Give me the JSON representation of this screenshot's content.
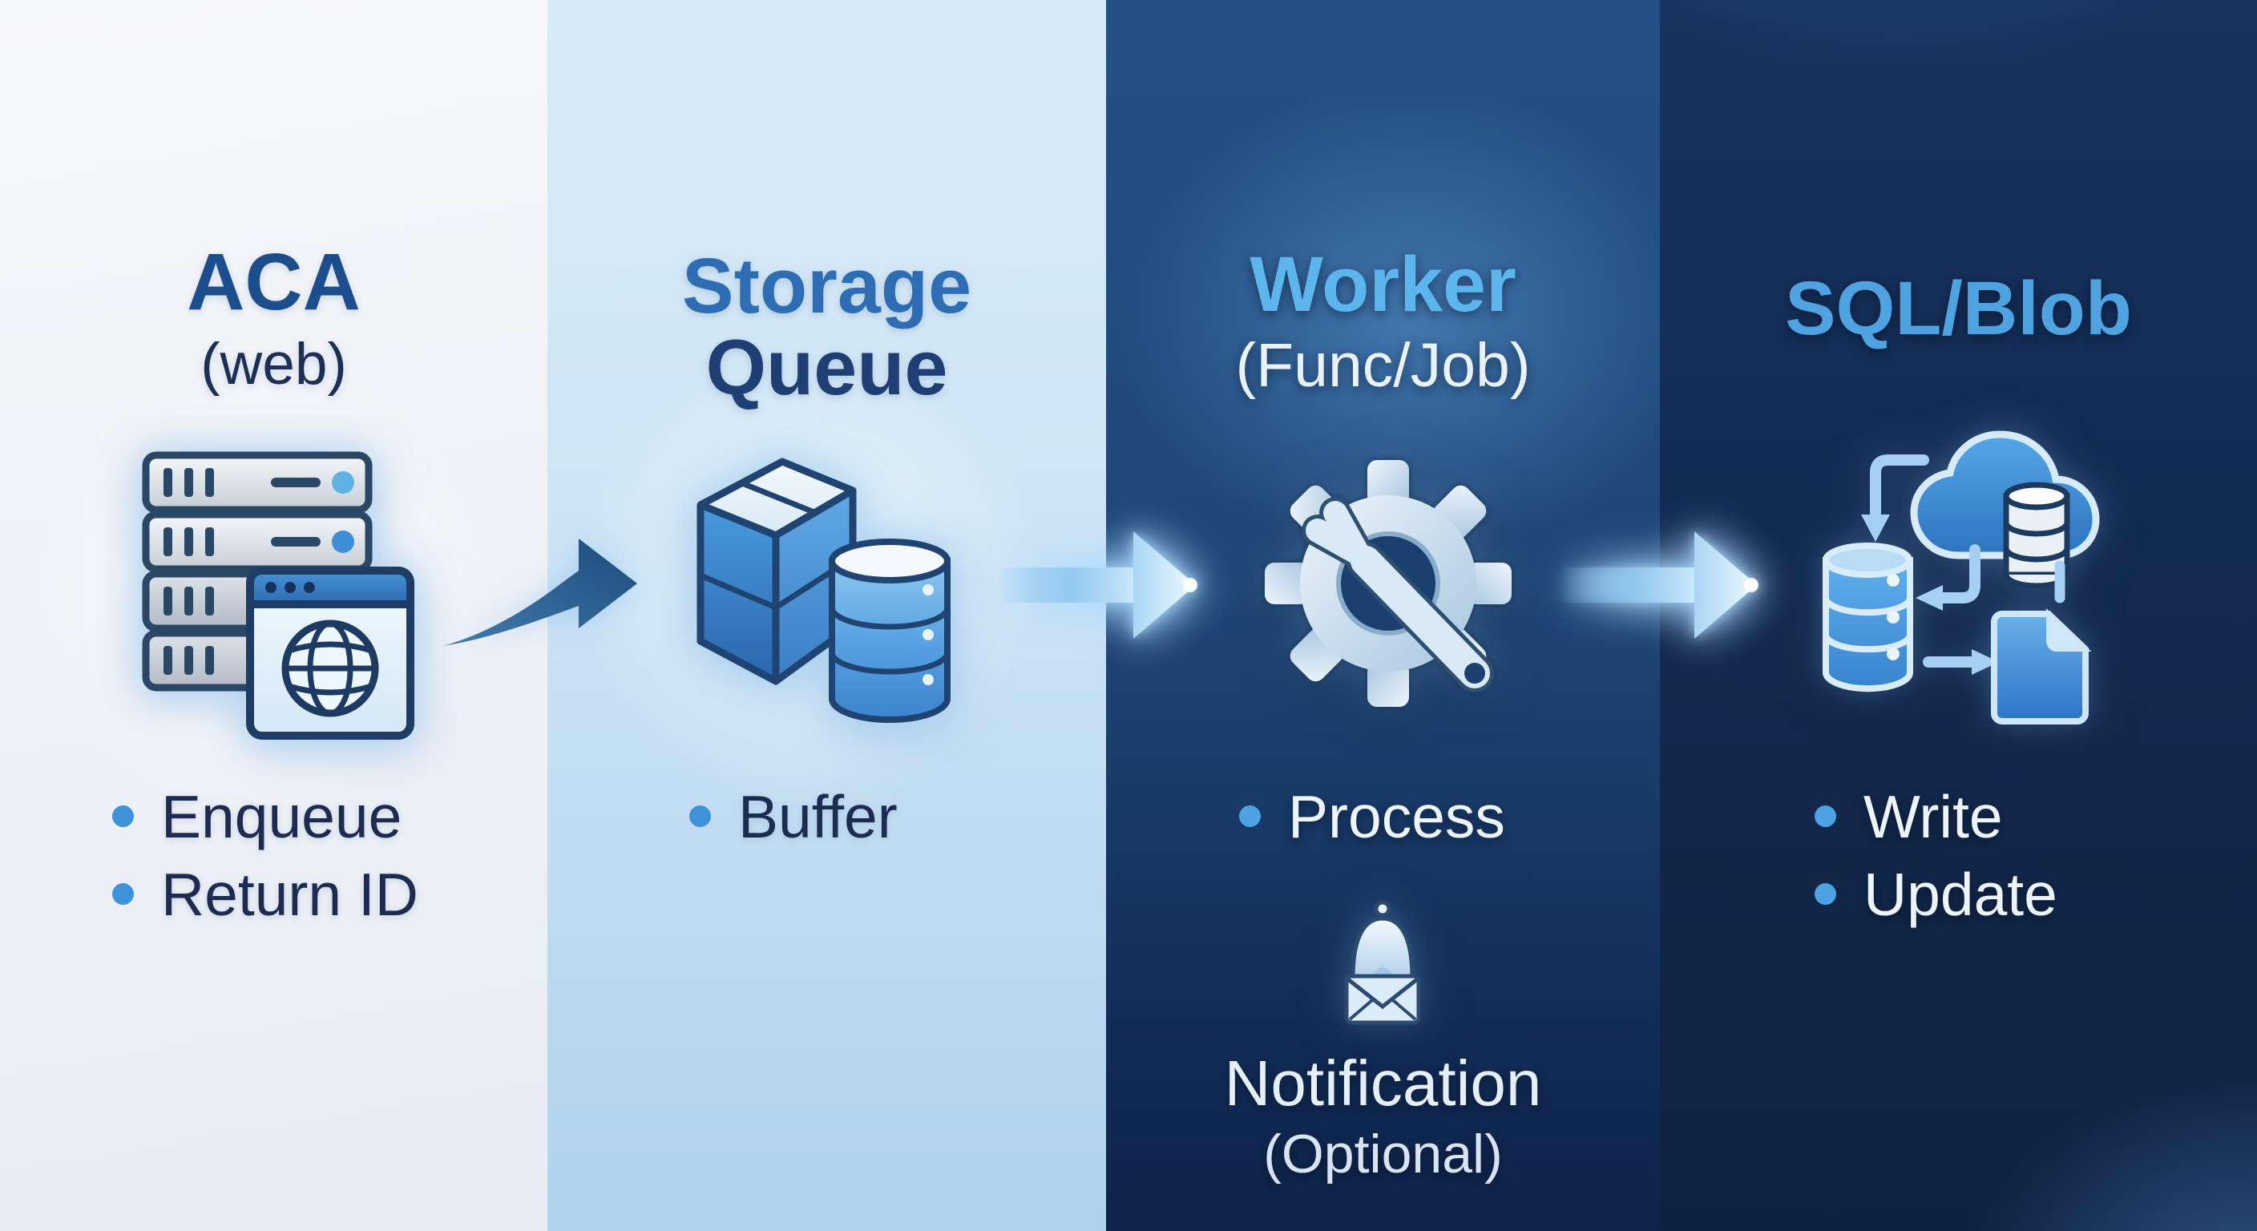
{
  "diagram": {
    "columns": [
      {
        "id": "aca",
        "title_lines": [
          "ACA"
        ],
        "subtitle": "(web)",
        "icon": "server-stack-browser-globe-icon",
        "bullets": [
          "Enqueue",
          "Return ID"
        ]
      },
      {
        "id": "storage-queue",
        "title_lines": [
          "Storage",
          "Queue"
        ],
        "icon": "storage-box-database-icon",
        "bullets": [
          "Buffer"
        ]
      },
      {
        "id": "worker",
        "title_lines": [
          "Worker"
        ],
        "subtitle": "(Func/Job)",
        "icon": "gear-wrench-icon",
        "bullets": [
          "Process"
        ],
        "extra": {
          "icon": "bell-envelope-icon",
          "label": "Notification",
          "sublabel": "(Optional)"
        }
      },
      {
        "id": "sql-blob",
        "title_lines": [
          "SQL/Blob"
        ],
        "icon": "cloud-database-document-flow-icon",
        "bullets": [
          "Write",
          "Update"
        ]
      }
    ],
    "arrows": [
      {
        "id": "aca-to-queue",
        "icon": "curved-swoosh-arrow-right-icon"
      },
      {
        "id": "queue-to-worker",
        "icon": "glow-arrow-right-icon"
      },
      {
        "id": "worker-to-sqlblob",
        "icon": "glow-arrow-right-icon"
      }
    ],
    "colors": {
      "col1_bg": "#f1f3f8",
      "col2_bg": "#cce3f4",
      "col3_bg": "#1f4a7e",
      "col4_bg": "#142c52",
      "title_aca": "#1c4e8d",
      "subtitle_web": "#1e2f56",
      "title_storage": "#2e6db4",
      "title_queue": "#1e3e74",
      "title_worker": "#5cb5ec",
      "subtitle_funcjob": "#e9f1f9",
      "title_sqlblob": "#4fa3e0",
      "bullet_dot_light_cols": "#3e92da",
      "bullet_dot_dark_cols": "#4da3e4",
      "bullet_text_light_cols": "#1d2b50",
      "bullet_text_dark_cols": "#eef4fb",
      "swoosh_arrow": "#2a5d90",
      "glow_arrow": "#bfe2f8"
    }
  }
}
